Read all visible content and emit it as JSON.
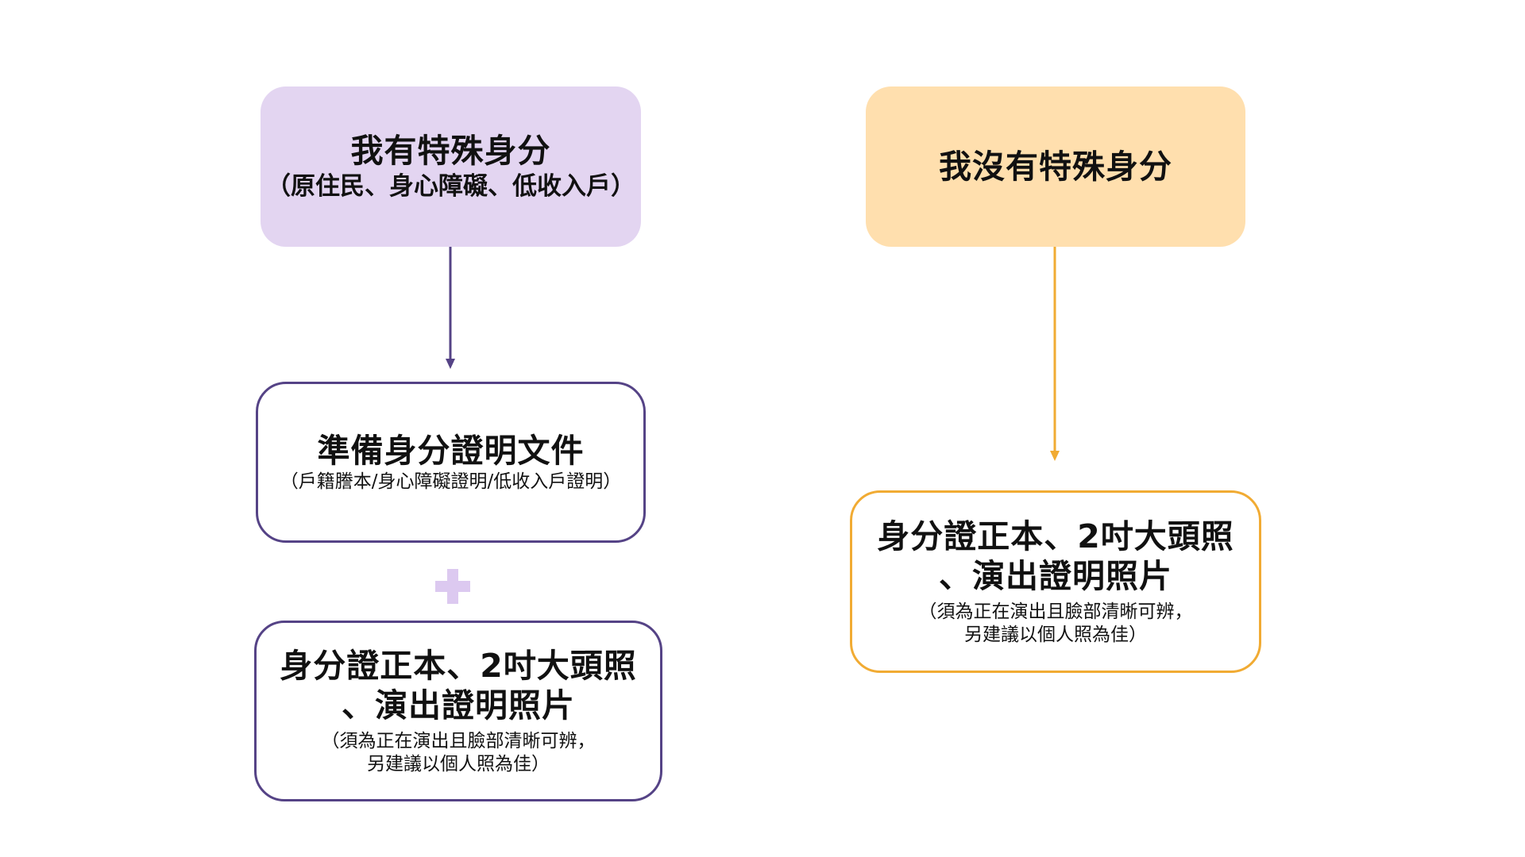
{
  "colors": {
    "purple_fill": "#e3d5f1",
    "purple_line": "#554386",
    "plus": "#dcc9f0",
    "orange_fill": "#ffdfae",
    "orange_line": "#f1ab33"
  },
  "left": {
    "head": {
      "title": "我有特殊身分",
      "subtitle": "（原住民、身心障礙、低收入戶）"
    },
    "step1": {
      "title": "準備身分證明文件",
      "subtitle": "（戶籍謄本/身心障礙證明/低收入戶證明）"
    },
    "plus_icon": "plus-icon",
    "step2": {
      "title_line1": "身分證正本、2吋大頭照",
      "title_line2": "、演出證明照片",
      "note_line1": "（須為正在演出且臉部清晰可辨，",
      "note_line2": "另建議以個人照為佳）"
    }
  },
  "right": {
    "head": {
      "title": "我沒有特殊身分"
    },
    "step1": {
      "title_line1": "身分證正本、2吋大頭照",
      "title_line2": "、演出證明照片",
      "note_line1": "（須為正在演出且臉部清晰可辨，",
      "note_line2": "另建議以個人照為佳）"
    }
  }
}
